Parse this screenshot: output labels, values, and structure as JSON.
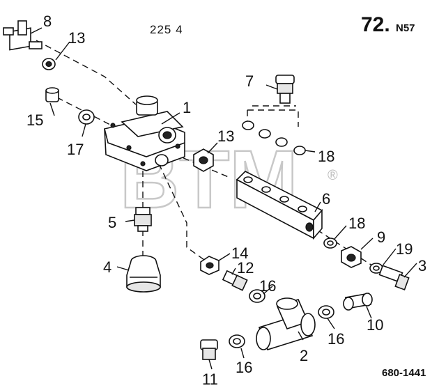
{
  "header": {
    "drawing_code": "225 4",
    "page_main": "72.",
    "page_suffix": "N57"
  },
  "footer": {
    "drawing_number": "680-1441"
  },
  "watermark": {
    "text": "BTM",
    "registered": "®"
  },
  "callouts": [
    {
      "id": "c8",
      "text": "8"
    },
    {
      "id": "c13a",
      "text": "13"
    },
    {
      "id": "c15",
      "text": "15"
    },
    {
      "id": "c17",
      "text": "17"
    },
    {
      "id": "c1",
      "text": "1"
    },
    {
      "id": "c7",
      "text": "7"
    },
    {
      "id": "c13b",
      "text": "13"
    },
    {
      "id": "c18a",
      "text": "18"
    },
    {
      "id": "c6",
      "text": "6"
    },
    {
      "id": "c5",
      "text": "5"
    },
    {
      "id": "c4",
      "text": "4"
    },
    {
      "id": "c14",
      "text": "14"
    },
    {
      "id": "c12",
      "text": "12"
    },
    {
      "id": "c16a",
      "text": "16"
    },
    {
      "id": "c18b",
      "text": "18"
    },
    {
      "id": "c9",
      "text": "9"
    },
    {
      "id": "c19",
      "text": "19"
    },
    {
      "id": "c3",
      "text": "3"
    },
    {
      "id": "c10",
      "text": "10"
    },
    {
      "id": "c16b",
      "text": "16"
    },
    {
      "id": "c2",
      "text": "2"
    },
    {
      "id": "c16c",
      "text": "16"
    },
    {
      "id": "c11",
      "text": "11"
    }
  ]
}
